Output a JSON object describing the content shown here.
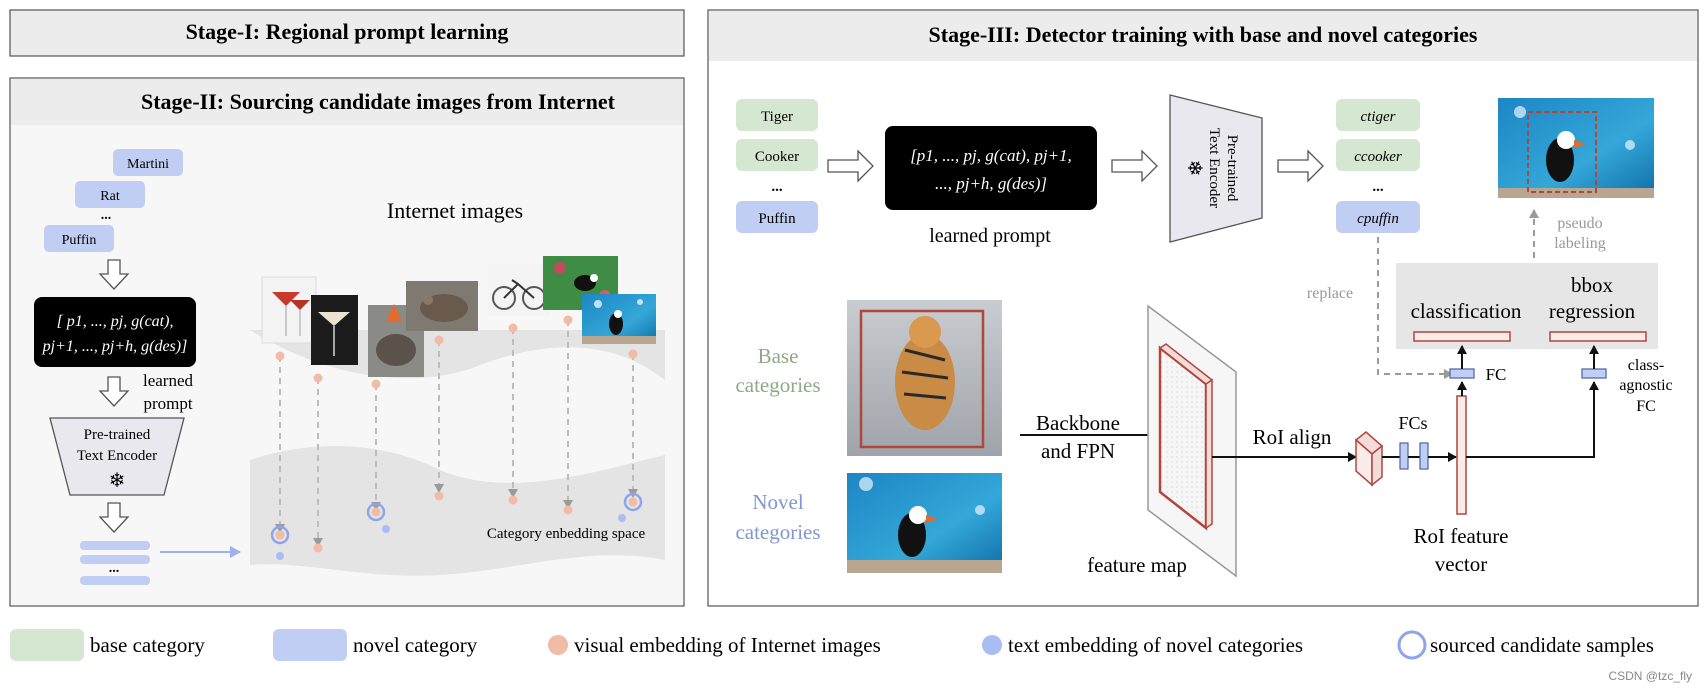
{
  "stage1": {
    "title": "Stage-I: Regional prompt learning"
  },
  "stage2": {
    "title": "Stage-II: Sourcing candidate images from Internet",
    "categories": [
      "Martini",
      "Rat",
      "...",
      "Puffin"
    ],
    "prompt": {
      "line1": "[ p1, ..., pj, g(cat),",
      "line2": "pj+1, ..., pj+h, g(des)]"
    },
    "learned_prompt_label": [
      "learned",
      "prompt"
    ],
    "encoder_label": [
      "Pre-trained",
      "Text Encoder"
    ],
    "embed_ellipsis": "...",
    "internet_images_label": "Internet images",
    "embedding_space_label": "Category enbedding space"
  },
  "stage3": {
    "title": "Stage-III: Detector training with base and novel categories",
    "categories": [
      "Tiger",
      "Cooker",
      "...",
      "Puffin"
    ],
    "prompt": {
      "line1": "[p1, ..., pj, g(cat), pj+1,",
      "line2": "..., pj+h, g(des)]"
    },
    "learned_prompt_label": "learned prompt",
    "encoder_label": [
      "Pre-trained",
      "Text Encoder"
    ],
    "class_embeddings": [
      "ctiger",
      "ccooker",
      "...",
      "cpuffin"
    ],
    "pseudo_labeling": [
      "pseudo",
      "labeling"
    ],
    "replace": "replace",
    "classification": "classification",
    "bbox_regression": [
      "bbox",
      "regression"
    ],
    "fc": "FC",
    "class_agnostic_fc": [
      "class-",
      "agnostic",
      "FC"
    ],
    "base_categories": [
      "Base",
      "categories"
    ],
    "novel_categories": [
      "Novel",
      "categories"
    ],
    "backbone": [
      "Backbone",
      "and FPN"
    ],
    "roi_align": "RoI align",
    "fcs": "FCs",
    "feature_map": "feature map",
    "roi_feature_vector": [
      "RoI feature",
      "vector"
    ]
  },
  "legend": [
    {
      "label": "base category",
      "color": "#d5e7d0"
    },
    {
      "label": "novel category",
      "color": "#c1cef3"
    },
    {
      "label": "visual embedding of Internet images",
      "color": "#f1bba6"
    },
    {
      "label": "text embedding of novel categories",
      "color": "#a9bdf2"
    },
    {
      "label": "sourced candidate samples",
      "color": "#7e97e8"
    }
  ],
  "watermark": "CSDN @tzc_fly"
}
